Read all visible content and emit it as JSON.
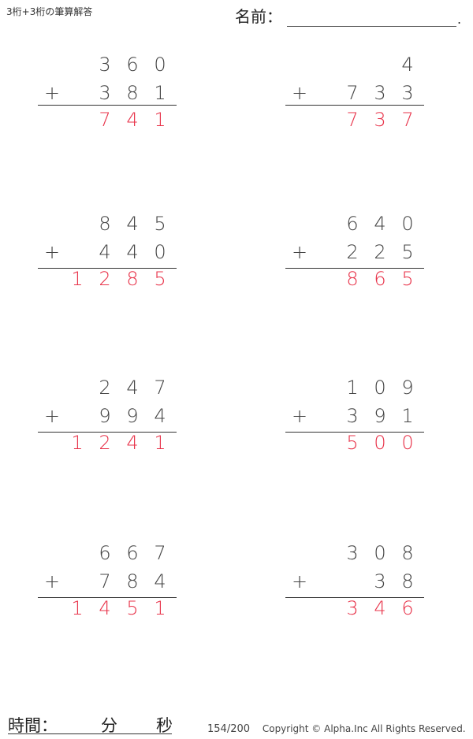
{
  "header": {
    "title": "3桁+3桁の筆算解答",
    "name_label": "名前：",
    "name_suffix": "."
  },
  "problems": [
    {
      "top": [
        "3",
        "6",
        "0"
      ],
      "bottom": [
        "3",
        "8",
        "1"
      ],
      "operator": "+",
      "answer": [
        "",
        "7",
        "4",
        "1"
      ]
    },
    {
      "top": [
        "",
        "",
        "4"
      ],
      "bottom": [
        "7",
        "3",
        "3"
      ],
      "operator": "+",
      "answer": [
        "",
        "7",
        "3",
        "7"
      ]
    },
    {
      "top": [
        "8",
        "4",
        "5"
      ],
      "bottom": [
        "4",
        "4",
        "0"
      ],
      "operator": "+",
      "answer": [
        "1",
        "2",
        "8",
        "5"
      ]
    },
    {
      "top": [
        "6",
        "4",
        "0"
      ],
      "bottom": [
        "2",
        "2",
        "5"
      ],
      "operator": "+",
      "answer": [
        "",
        "8",
        "6",
        "5"
      ]
    },
    {
      "top": [
        "2",
        "4",
        "7"
      ],
      "bottom": [
        "9",
        "9",
        "4"
      ],
      "operator": "+",
      "answer": [
        "1",
        "2",
        "4",
        "1"
      ]
    },
    {
      "top": [
        "1",
        "0",
        "9"
      ],
      "bottom": [
        "3",
        "9",
        "1"
      ],
      "operator": "+",
      "answer": [
        "",
        "5",
        "0",
        "0"
      ]
    },
    {
      "top": [
        "6",
        "6",
        "7"
      ],
      "bottom": [
        "7",
        "8",
        "4"
      ],
      "operator": "+",
      "answer": [
        "1",
        "4",
        "5",
        "1"
      ]
    },
    {
      "top": [
        "3",
        "0",
        "8"
      ],
      "bottom": [
        "",
        "3",
        "8"
      ],
      "operator": "+",
      "answer": [
        "",
        "3",
        "4",
        "6"
      ]
    }
  ],
  "footer": {
    "time_label": "時間：",
    "minutes_label": "分",
    "seconds_label": "秒",
    "page": "154/200",
    "copyright": "Copyright © Alpha.Inc All Rights Reserved."
  },
  "colors": {
    "answer": "#e8334a",
    "text": "#444444"
  }
}
